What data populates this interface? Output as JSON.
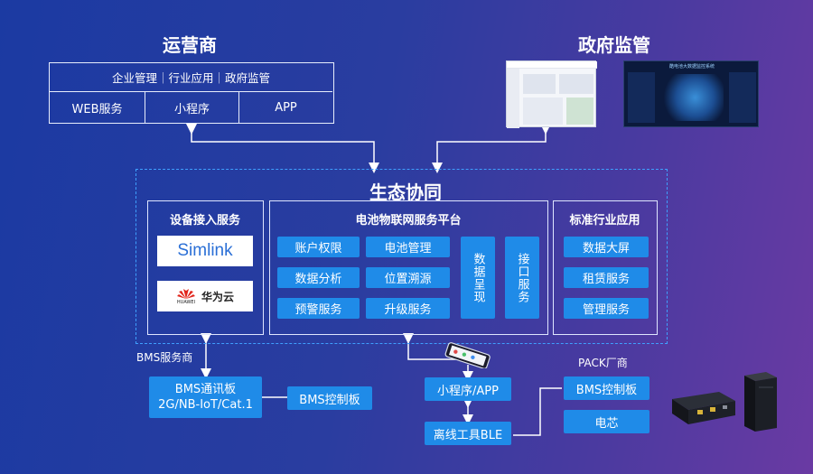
{
  "operator": {
    "title": "运营商",
    "top_row": "企业管理｜行业应用｜政府监管",
    "cells": [
      "WEB服务",
      "小程序",
      "APP"
    ]
  },
  "government": {
    "title": "政府监管",
    "screenshot_dark_title": "酷电池大数据监控系统"
  },
  "ecosystem": {
    "title": "生态协同"
  },
  "device_access": {
    "title": "设备接入服务",
    "simlink_logo": "Simlink",
    "huawei_logo": "华为云",
    "huawei_small": "HUAWEI"
  },
  "platform": {
    "title": "电池物联网服务平台",
    "left_buttons": [
      "账户权限",
      "数据分析",
      "预警服务"
    ],
    "mid_buttons": [
      "电池管理",
      "位置溯源",
      "升级服务"
    ],
    "vertical_1": "数据呈现",
    "vertical_2": "接口服务"
  },
  "industry_apps": {
    "title": "标准行业应用",
    "items": [
      "数据大屏",
      "租赁服务",
      "管理服务"
    ]
  },
  "bms_vendor": {
    "label": "BMS服务商",
    "comm_board_line1": "BMS通讯板",
    "comm_board_line2": "2G/NB-IoT/Cat.1",
    "control_board": "BMS控制板"
  },
  "mobile": {
    "mini_app": "小程序/APP",
    "ble_tool": "离线工具BLE"
  },
  "pack_vendor": {
    "label": "PACK厂商",
    "control_board": "BMS控制板",
    "cell": "电芯"
  },
  "colors": {
    "accent_blue": "#1f8be8",
    "background_left": "#1b3aa2",
    "background_right": "#6a3aa3",
    "dashed_border": "#3fa0ff"
  }
}
